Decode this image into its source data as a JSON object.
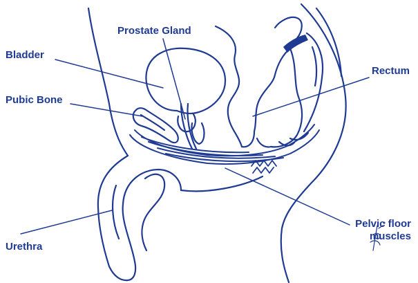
{
  "colors": {
    "ink": "#1f3a93",
    "label": "#1f3a93",
    "background": "#ffffff"
  },
  "labels": {
    "prostate_gland": "Prostate Gland",
    "bladder": "Bladder",
    "rectum": "Rectum",
    "pubic_bone": "Pubic Bone",
    "pelvic_floor_line1": "Pelvic floor",
    "pelvic_floor_line2": "muscles",
    "urethra": "Urethra"
  }
}
